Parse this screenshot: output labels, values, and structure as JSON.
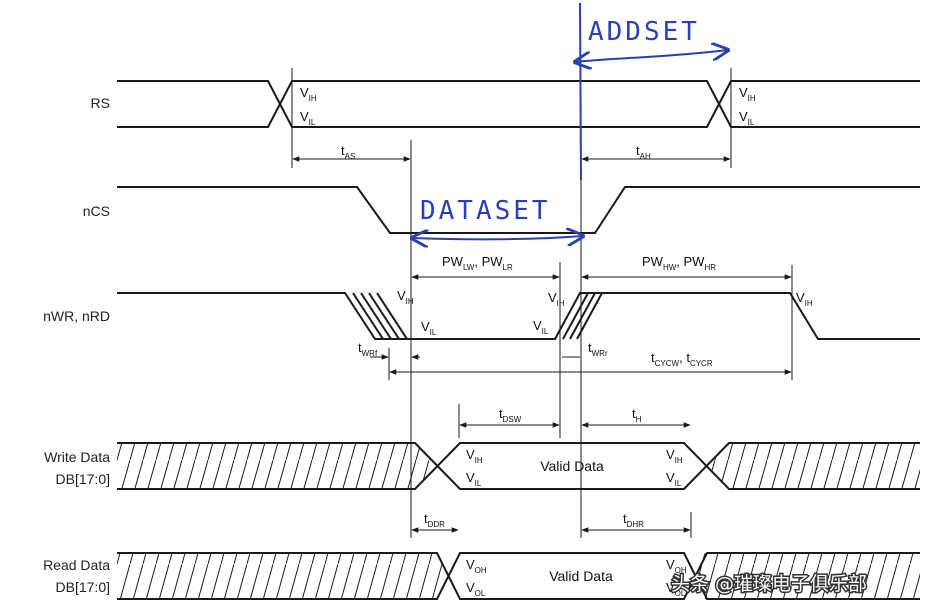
{
  "signals": {
    "rs": "RS",
    "ncs": "nCS",
    "nwr_nrd": "nWR, nRD",
    "write_data_1": "Write Data",
    "write_data_2": "DB[17:0]",
    "read_data_1": "Read Data",
    "read_data_2": "DB[17:0]"
  },
  "levels": {
    "v": "V",
    "ih": "IH",
    "il": "IL",
    "oh": "OH",
    "ol": "OL"
  },
  "timing": {
    "t": "t",
    "as": "AS",
    "ah": "AH",
    "pw_lo_a": "LW",
    "pw_lo_b": "LR",
    "pw_hi_a": "HW",
    "pw_hi_b": "HR",
    "pw": "PW",
    "comma": ", ",
    "wrf": "WRf",
    "wrr": "WRr",
    "cyc_a": "CYCW",
    "cyc_b": "CYCR",
    "dsw": "DSW",
    "h": "H",
    "ddr": "DDR",
    "dhr": "DHR"
  },
  "data_labels": {
    "write": "Valid Data",
    "read": "Valid Data"
  },
  "handwriting": {
    "addset": "ADDSET",
    "dataset": "DATASET"
  },
  "watermark": "头条 @璀璨电子俱乐部",
  "colors": {
    "ink": "#1a1a1a",
    "pen": "#2a3fb0"
  }
}
